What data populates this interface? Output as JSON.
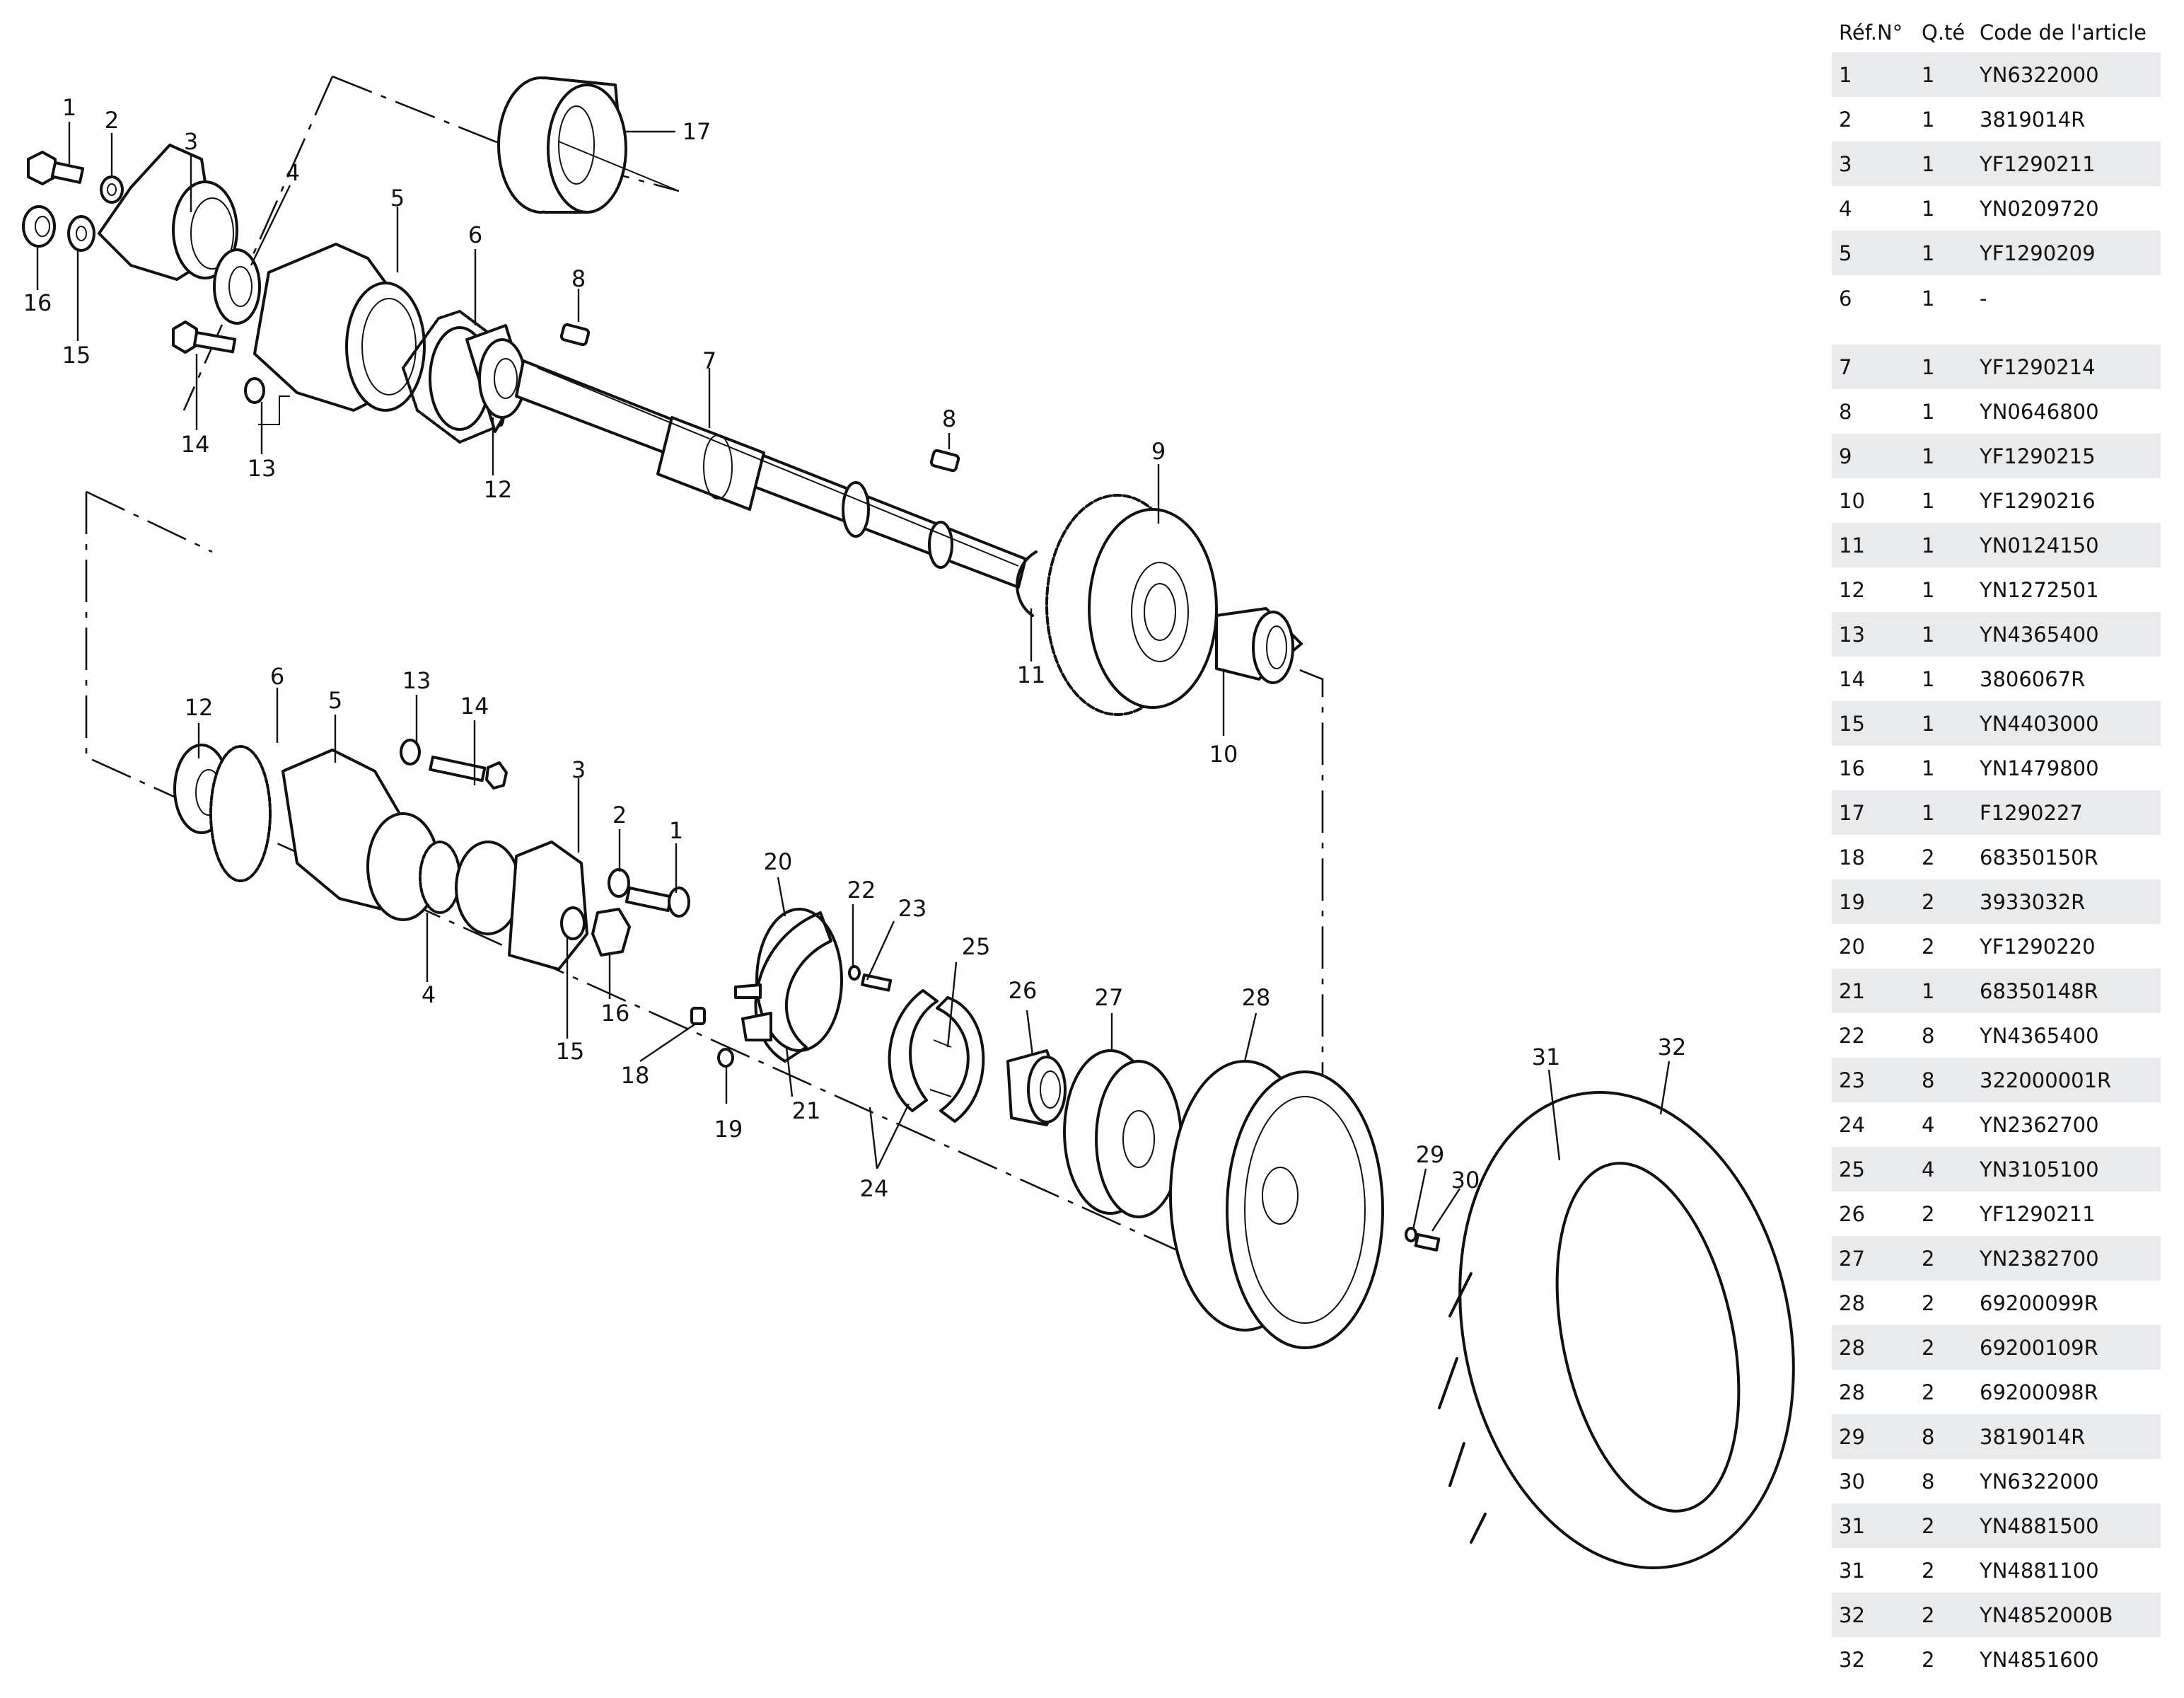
{
  "diagram": {
    "callouts": {
      "top_1": "1",
      "top_2": "2",
      "top_3": "3",
      "top_4": "4",
      "top_5": "5",
      "top_6": "6",
      "top_7": "7",
      "top_8a": "8",
      "top_8b": "8",
      "top_9": "9",
      "top_10": "10",
      "top_11": "11",
      "top_12": "12",
      "top_13": "13",
      "top_14": "14",
      "top_15": "15",
      "top_16": "16",
      "top_17": "17",
      "mid_12": "12",
      "mid_6": "6",
      "mid_5": "5",
      "mid_13": "13",
      "mid_14": "14",
      "mid_3": "3",
      "mid_2": "2",
      "mid_1": "1",
      "mid_4": "4",
      "mid_15": "15",
      "mid_16": "16",
      "b_18": "18",
      "b_19": "19",
      "b_20": "20",
      "b_21": "21",
      "b_22": "22",
      "b_23": "23",
      "b_24": "24",
      "b_25": "25",
      "b_26": "26",
      "b_27": "27",
      "b_28": "28",
      "b_29": "29",
      "b_30": "30",
      "b_31": "31",
      "b_32": "32"
    }
  },
  "table": {
    "headers": {
      "ref": "Réf.N°",
      "qty": "Q.té",
      "code": "Code de l'article"
    },
    "rows": [
      {
        "ref": "1",
        "qty": "1",
        "code": "YN6322000"
      },
      {
        "ref": "2",
        "qty": "1",
        "code": "3819014R"
      },
      {
        "ref": "3",
        "qty": "1",
        "code": "YF1290211"
      },
      {
        "ref": "4",
        "qty": "1",
        "code": "YN0209720"
      },
      {
        "ref": "5",
        "qty": "1",
        "code": "YF1290209"
      },
      {
        "ref": "6",
        "qty": "1",
        "code": "-"
      },
      {
        "ref": "7",
        "qty": "1",
        "code": "YF1290214"
      },
      {
        "ref": "8",
        "qty": "1",
        "code": "YN0646800"
      },
      {
        "ref": "9",
        "qty": "1",
        "code": "YF1290215"
      },
      {
        "ref": "10",
        "qty": "1",
        "code": "YF1290216"
      },
      {
        "ref": "11",
        "qty": "1",
        "code": "YN0124150"
      },
      {
        "ref": "12",
        "qty": "1",
        "code": "YN1272501"
      },
      {
        "ref": "13",
        "qty": "1",
        "code": "YN4365400"
      },
      {
        "ref": "14",
        "qty": "1",
        "code": "3806067R"
      },
      {
        "ref": "15",
        "qty": "1",
        "code": "YN4403000"
      },
      {
        "ref": "16",
        "qty": "1",
        "code": "YN1479800"
      },
      {
        "ref": "17",
        "qty": "1",
        "code": "F1290227"
      },
      {
        "ref": "18",
        "qty": "2",
        "code": "68350150R"
      },
      {
        "ref": "19",
        "qty": "2",
        "code": "3933032R"
      },
      {
        "ref": "20",
        "qty": "2",
        "code": "YF1290220"
      },
      {
        "ref": "21",
        "qty": "1",
        "code": "68350148R"
      },
      {
        "ref": "22",
        "qty": "8",
        "code": "YN4365400"
      },
      {
        "ref": "23",
        "qty": "8",
        "code": "322000001R"
      },
      {
        "ref": "24",
        "qty": "4",
        "code": "YN2362700"
      },
      {
        "ref": "25",
        "qty": "4",
        "code": "YN3105100"
      },
      {
        "ref": "26",
        "qty": "2",
        "code": "YF1290211"
      },
      {
        "ref": "27",
        "qty": "2",
        "code": "YN2382700"
      },
      {
        "ref": "28",
        "qty": "2",
        "code": "69200099R"
      },
      {
        "ref": "28",
        "qty": "2",
        "code": "69200109R"
      },
      {
        "ref": "28",
        "qty": "2",
        "code": "69200098R"
      },
      {
        "ref": "29",
        "qty": "8",
        "code": "3819014R"
      },
      {
        "ref": "30",
        "qty": "8",
        "code": "YN6322000"
      },
      {
        "ref": "31",
        "qty": "2",
        "code": "YN4881500"
      },
      {
        "ref": "31",
        "qty": "2",
        "code": "YN4881100"
      },
      {
        "ref": "32",
        "qty": "2",
        "code": "YN4852000B"
      },
      {
        "ref": "32",
        "qty": "2",
        "code": "YN4851600"
      }
    ]
  },
  "colors": {
    "row_alt": "#e9eaec",
    "ink": "#111111"
  }
}
